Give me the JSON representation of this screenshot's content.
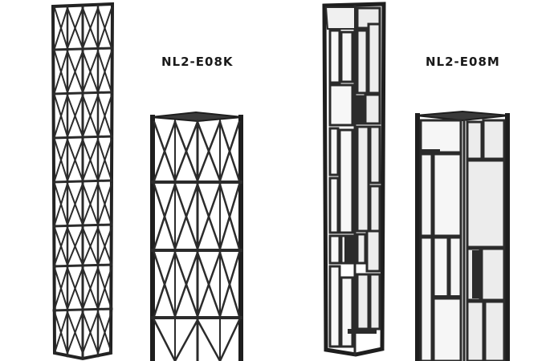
{
  "products": [
    {
      "model": "NL2-E08K",
      "style": "triangle lattice"
    },
    {
      "model": "NL2-E08M",
      "style": "rectangular panels"
    }
  ],
  "colors": {
    "frame": "#2b2b2b",
    "frame_dark": "#1e1e1e",
    "inner_face": "#f4f4f4",
    "shadow": "#9a9a9a",
    "background": "#ffffff"
  }
}
